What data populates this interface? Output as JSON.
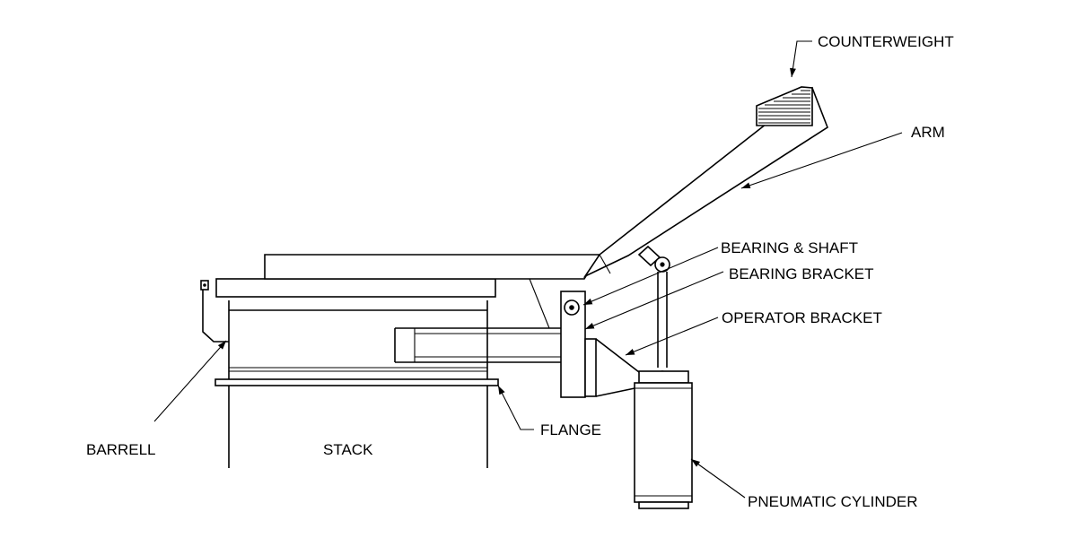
{
  "diagram": {
    "labels": {
      "counterweight": "COUNTERWEIGHT",
      "arm": "ARM",
      "bearing_shaft": "BEARING & SHAFT",
      "bearing_bracket": "BEARING BRACKET",
      "operator_bracket": "OPERATOR BRACKET",
      "flange": "FLANGE",
      "barrell": "BARRELL",
      "stack": "STACK",
      "pneumatic_cylinder": "PNEUMATIC CYLINDER"
    },
    "colors": {
      "line": "#000000",
      "background": "#ffffff"
    }
  }
}
